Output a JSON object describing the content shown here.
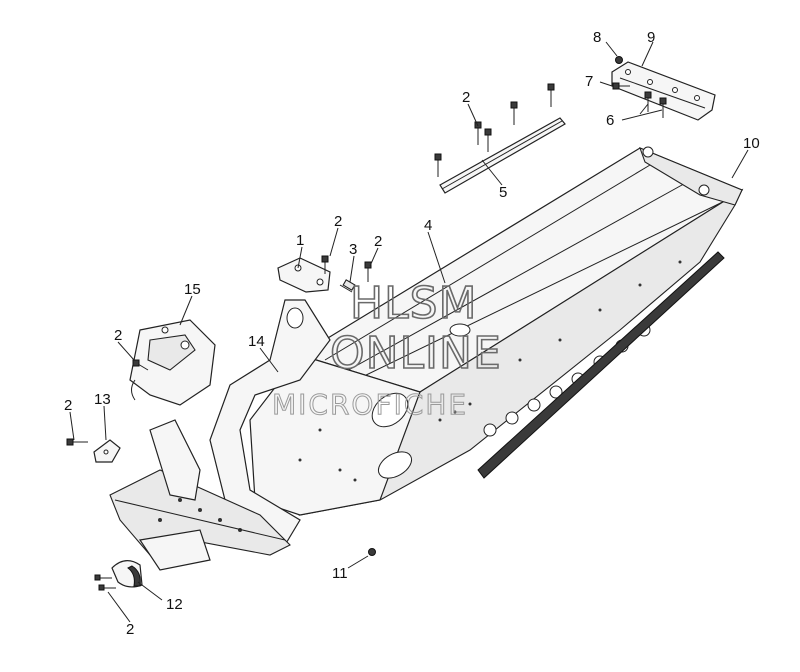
{
  "callouts": {
    "c1": "1",
    "c2a": "2",
    "c2b": "2",
    "c2c": "2",
    "c2d": "2",
    "c2e": "2",
    "c2f": "2",
    "c3": "3",
    "c4": "4",
    "c5": "5",
    "c6": "6",
    "c7": "7",
    "c8": "8",
    "c9": "9",
    "c10": "10",
    "c11": "11",
    "c12": "12",
    "c13": "13",
    "c14": "14",
    "c15": "15"
  },
  "watermark": {
    "line1": "HLSM",
    "line2": "ONLINE",
    "line3": "MICROFICHE"
  }
}
